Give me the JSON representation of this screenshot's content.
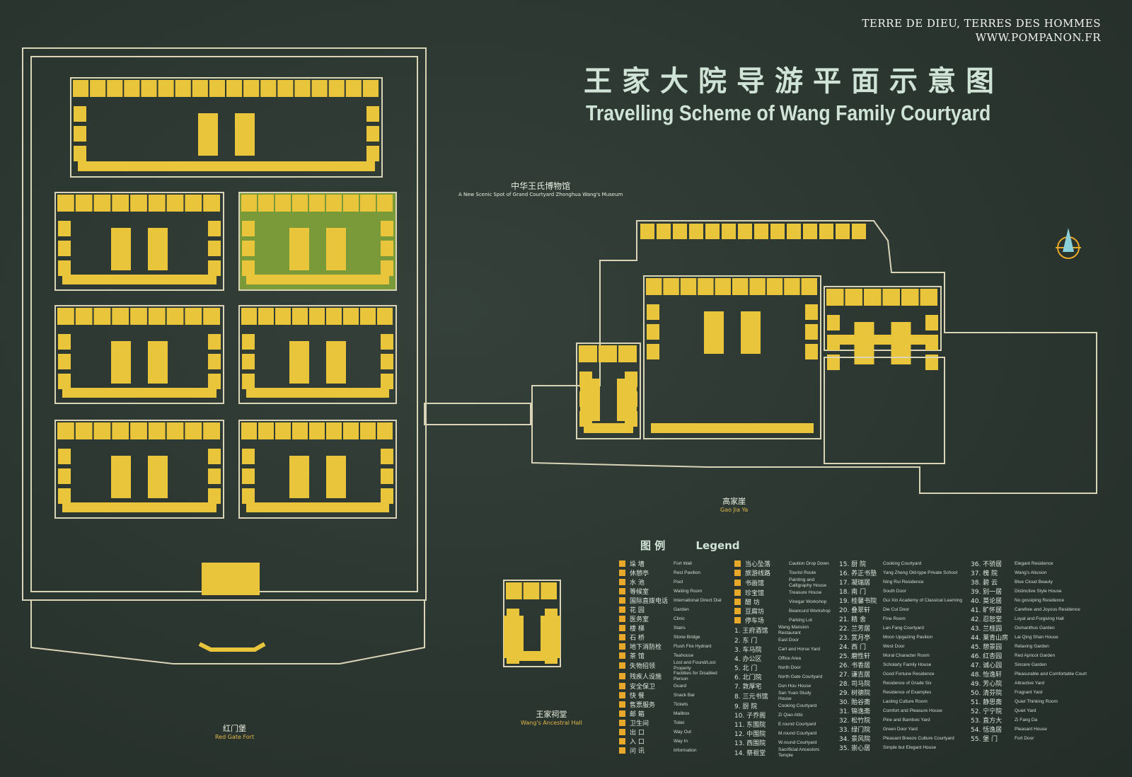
{
  "watermark": {
    "line1": "TERRE DE DIEU, TERRES DES HOMMES",
    "line2": "WWW.POMPANON.FR"
  },
  "title": {
    "cn": "王家大院导游平面示意图",
    "en": "Travelling Scheme of Wang Family Courtyard"
  },
  "labels": {
    "museum_cn": "中华王氏博物馆",
    "museum_en": "A New Scenic Spot of Grand Courtyard Zhonghua Wang's Museum",
    "gaojiaya_cn": "高家崖",
    "gaojiaya_en": "Gao Jia Ya",
    "ancestral_cn": "王家祠堂",
    "ancestral_en": "Wang's Ancestral Hall",
    "redgate_cn": "红门堡",
    "redgate_en": "Red Gate Fort"
  },
  "colors": {
    "board": "#2c3630",
    "building": "#e8c53a",
    "outline": "#d9d4b8",
    "text": "#cfe3d6",
    "accent": "#e8a92a"
  },
  "legend": {
    "title_cn": "图 例",
    "title_en": "Legend",
    "symbols": [
      {
        "cn": "垛 墙",
        "en": "Fort Wall"
      },
      {
        "cn": "休憩亭",
        "en": "Rest Pavilion"
      },
      {
        "cn": "水 池",
        "en": "Pool"
      },
      {
        "cn": "等候室",
        "en": "Waiting Room"
      },
      {
        "cn": "国际直拨电话",
        "en": "International Direct Dial"
      },
      {
        "cn": "花 园",
        "en": "Garden"
      },
      {
        "cn": "医务室",
        "en": "Clinic"
      },
      {
        "cn": "楼 梯",
        "en": "Stairs"
      },
      {
        "cn": "石 桥",
        "en": "Stone Bridge"
      },
      {
        "cn": "地下消防栓",
        "en": "Flush Fire Hydrant"
      },
      {
        "cn": "茶 馆",
        "en": "Teahouse"
      },
      {
        "cn": "失物招领",
        "en": "Lost and Found/Lost Property"
      },
      {
        "cn": "残疾人设施",
        "en": "Facilities for Disabled Person"
      },
      {
        "cn": "安全保卫",
        "en": "Guard"
      },
      {
        "cn": "快 餐",
        "en": "Snack Bar"
      },
      {
        "cn": "售票服务",
        "en": "Tickets"
      },
      {
        "cn": "邮 箱",
        "en": "Mailbox"
      },
      {
        "cn": "卫生间",
        "en": "Toilet"
      },
      {
        "cn": "出 口",
        "en": "Way Out"
      },
      {
        "cn": "入 口",
        "en": "Way In"
      },
      {
        "cn": "问 讯",
        "en": "Information"
      }
    ],
    "symbols2": [
      {
        "cn": "当心坠落",
        "en": "Caution Drop Down"
      },
      {
        "cn": "旅游线路",
        "en": "Tourist Route"
      },
      {
        "cn": "书画馆",
        "en": "Painting and Calligraphy House"
      },
      {
        "cn": "珍宝馆",
        "en": "Treasure House"
      },
      {
        "cn": "醋 坊",
        "en": "Vinegar Workshop"
      },
      {
        "cn": "豆腐坊",
        "en": "Beancurd Workshop"
      },
      {
        "cn": "停车场",
        "en": "Parking Lot"
      }
    ],
    "places": [
      {
        "cn": "1. 王府酒馆",
        "en": "Wang Mansion Restaurant"
      },
      {
        "cn": "2. 东 门",
        "en": "East Door"
      },
      {
        "cn": "3. 车马院",
        "en": "Cart and Horse Yard"
      },
      {
        "cn": "4. 办公区",
        "en": "Office Area"
      },
      {
        "cn": "5. 北 门",
        "en": "North Door"
      },
      {
        "cn": "6. 北门院",
        "en": "North Gate Courtyard"
      },
      {
        "cn": "7. 敦厚宅",
        "en": "Dun Hou House"
      },
      {
        "cn": "8. 三元书馆",
        "en": "San Yuan Study House"
      },
      {
        "cn": "9. 厨 院",
        "en": "Cooking Courtyard"
      },
      {
        "cn": "10. 子乔阁",
        "en": "Zi Qiao Attic"
      },
      {
        "cn": "11. 东围院",
        "en": "E.round Courtyard"
      },
      {
        "cn": "12. 中围院",
        "en": "M.round Courtyard"
      },
      {
        "cn": "13. 西围院",
        "en": "W.round Courtyard"
      },
      {
        "cn": "14. 祭祖堂",
        "en": "Sacrificial Ancestors Temple"
      },
      {
        "cn": "15. 厨 院",
        "en": "Cooking Courtyard"
      },
      {
        "cn": "16. 养正书塾",
        "en": "Yang Zheng Old-type Private School"
      },
      {
        "cn": "17. 凝瑞居",
        "en": "Ning Rui Residence"
      },
      {
        "cn": "18. 南 门",
        "en": "South Door"
      },
      {
        "cn": "19. 桂馨书院",
        "en": "Gui Xin Academy of Classical Learning"
      },
      {
        "cn": "20. 叠翠轩",
        "en": "Die Cui Door"
      },
      {
        "cn": "21. 精 舍",
        "en": "Fine Room"
      },
      {
        "cn": "22. 兰芳居",
        "en": "Lan Fang Courtyard"
      },
      {
        "cn": "23. 赏月亭",
        "en": "Moon Upgazing Pavilion"
      },
      {
        "cn": "24. 西 门",
        "en": "West Door"
      },
      {
        "cn": "25. 磨性轩",
        "en": "Moral Character Room"
      },
      {
        "cn": "26. 书香居",
        "en": "Scholarly Family House"
      },
      {
        "cn": "27. 谦吉居",
        "en": "Good Fortune Residence"
      },
      {
        "cn": "28. 司马院",
        "en": "Residence of Grade Six"
      },
      {
        "cn": "29. 树德院",
        "en": "Residence of Examples"
      },
      {
        "cn": "30. 贻谷斋",
        "en": "Lasting Culture Room"
      },
      {
        "cn": "31. 锦逸斋",
        "en": "Comfort and Pleasure House"
      },
      {
        "cn": "32. 松竹院",
        "en": "Pine and Bamboo Yard"
      },
      {
        "cn": "33. 绿门院",
        "en": "Green Door Yard"
      },
      {
        "cn": "34. 景风院",
        "en": "Pleasant Breeze Culture Courtyard"
      },
      {
        "cn": "35. 崇心居",
        "en": "Simple but Elegant House"
      },
      {
        "cn": "36. 不骄居",
        "en": "Elegant Residence"
      },
      {
        "cn": "37. 槐 院",
        "en": "Wang's Allusion"
      },
      {
        "cn": "38. 碧 云",
        "en": "Blue Cloud Beauty"
      },
      {
        "cn": "39. 别一居",
        "en": "Distinctive Style House"
      },
      {
        "cn": "40. 莫论居",
        "en": "No gossiping Residence"
      },
      {
        "cn": "41. 旷怀居",
        "en": "Carefree and Joyous Residence"
      },
      {
        "cn": "42. 忍恕堂",
        "en": "Loyal and Forgiving Hall"
      },
      {
        "cn": "43. 兰桂园",
        "en": "Osmanthus Garden"
      },
      {
        "cn": "44. 莱青山房",
        "en": "Lai Qing Shan House"
      },
      {
        "cn": "45. 憩景园",
        "en": "Relaxing Garden"
      },
      {
        "cn": "46. 红杏园",
        "en": "Red Apricot Garden"
      },
      {
        "cn": "47. 诚心园",
        "en": "Sincere Garden"
      },
      {
        "cn": "48. 怡逸轩",
        "en": "Pleasurable and Comfortable Court"
      },
      {
        "cn": "49. 芳心院",
        "en": "Attractive Yard"
      },
      {
        "cn": "50. 清芬院",
        "en": "Fragrant Yard"
      },
      {
        "cn": "51. 静思斋",
        "en": "Quiet Thinking Room"
      },
      {
        "cn": "52. 宁宁院",
        "en": "Quiet Yard"
      },
      {
        "cn": "53. 直方大",
        "en": "Zi Fang Da"
      },
      {
        "cn": "54. 恬逸居",
        "en": "Pleasant House"
      },
      {
        "cn": "55. 堡 门",
        "en": "Fort Door"
      }
    ]
  }
}
